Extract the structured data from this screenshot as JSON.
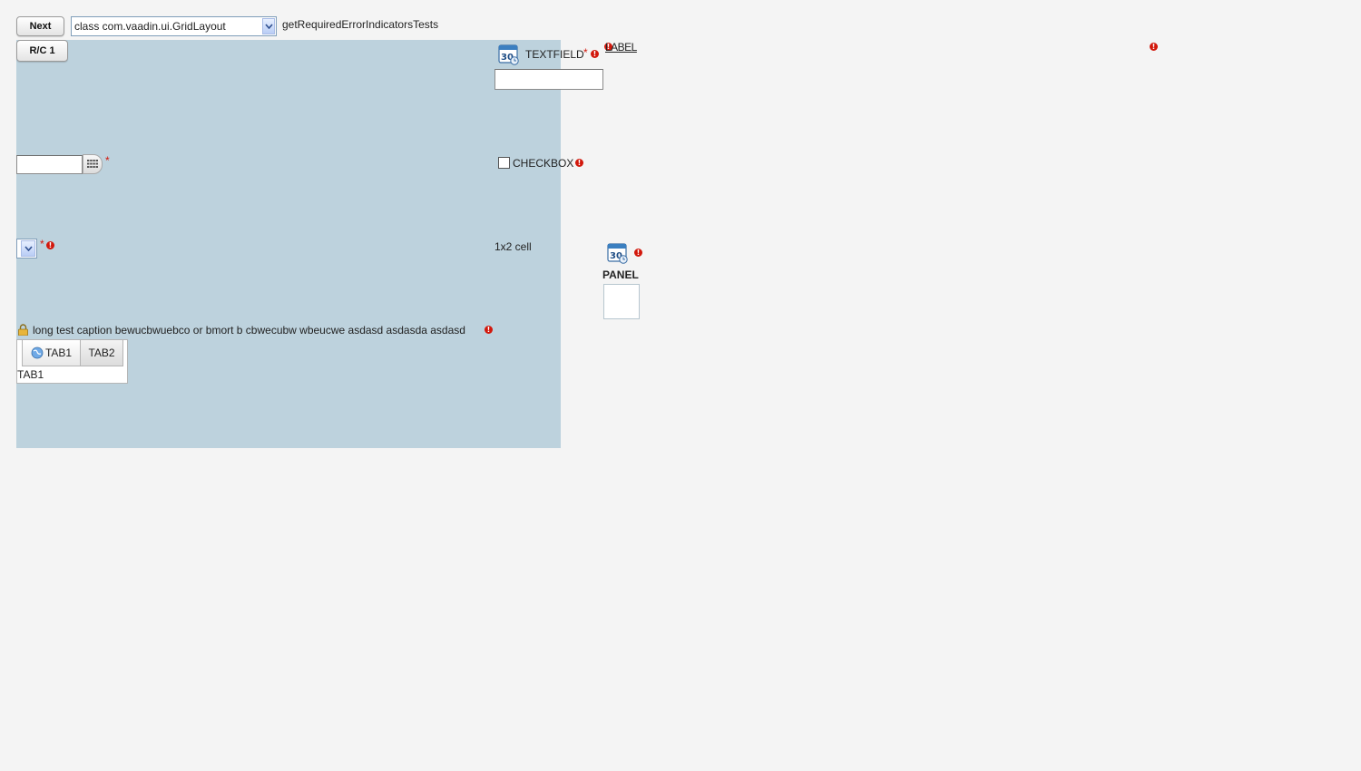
{
  "toolbar": {
    "next_label": "Next",
    "class_select_value": "class com.vaadin.ui.GridLayout",
    "test_name": "getRequiredErrorIndicatorsTests",
    "rc_label": "R/C 1"
  },
  "grid": {
    "textfield_caption": "TEXTFIELD",
    "label_caption": "LABEL",
    "checkbox_caption": "CHECKBOX",
    "cell_text": "1x2 cell",
    "panel_caption": "PANEL",
    "long_caption": "long test caption bewucbwuebco or bmort b cbwecubw wbeucwe asdasd asdasda asdasd",
    "required_mark": "*",
    "tabs": [
      {
        "label": "TAB1"
      },
      {
        "label": "TAB2"
      }
    ],
    "tab_content": "TAB1",
    "calendar_icon_number": "30"
  },
  "colors": {
    "grid_background": "#bdd2dd",
    "error_indicator": "#d2180c",
    "page_background": "#f4f4f4"
  }
}
